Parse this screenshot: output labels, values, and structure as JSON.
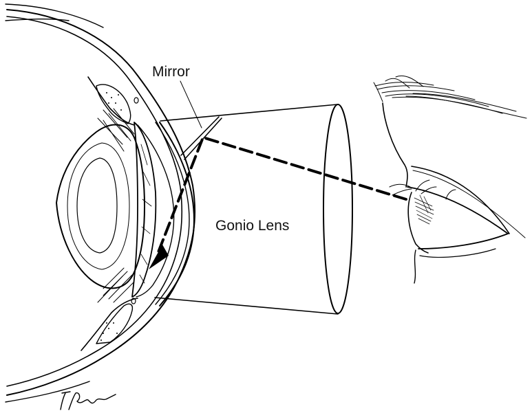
{
  "labels": {
    "mirror": "Mirror",
    "lens": "Gonio Lens"
  },
  "signature": "T Phelps",
  "colors": {
    "ink": "#000000",
    "background": "#ffffff"
  }
}
